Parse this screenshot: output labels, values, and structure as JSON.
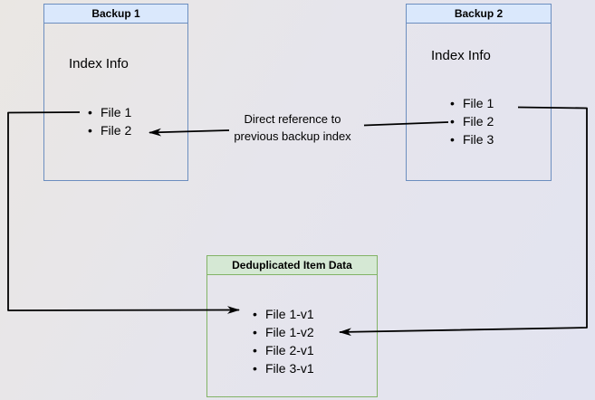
{
  "diagram": {
    "backup1": {
      "title": "Backup 1",
      "label": "Index Info",
      "files": [
        "File 1",
        "File 2"
      ]
    },
    "backup2": {
      "title": "Backup 2",
      "label": "Index Info",
      "files": [
        "File 1",
        "File 2",
        "File 3"
      ]
    },
    "dedup": {
      "title": "Deduplicated Item Data",
      "files": [
        "File 1-v1",
        "File 1-v2",
        "File 2-v1",
        "File 3-v1"
      ]
    },
    "annotation": {
      "line1": "Direct reference to",
      "line2": "previous backup index"
    }
  },
  "colors": {
    "blue_border": "#6c8ebf",
    "blue_header_fill": "#dae8fc",
    "green_border": "#82b366",
    "green_header_fill": "#d5e8d4",
    "connector": "#000000",
    "text": "#000000"
  }
}
